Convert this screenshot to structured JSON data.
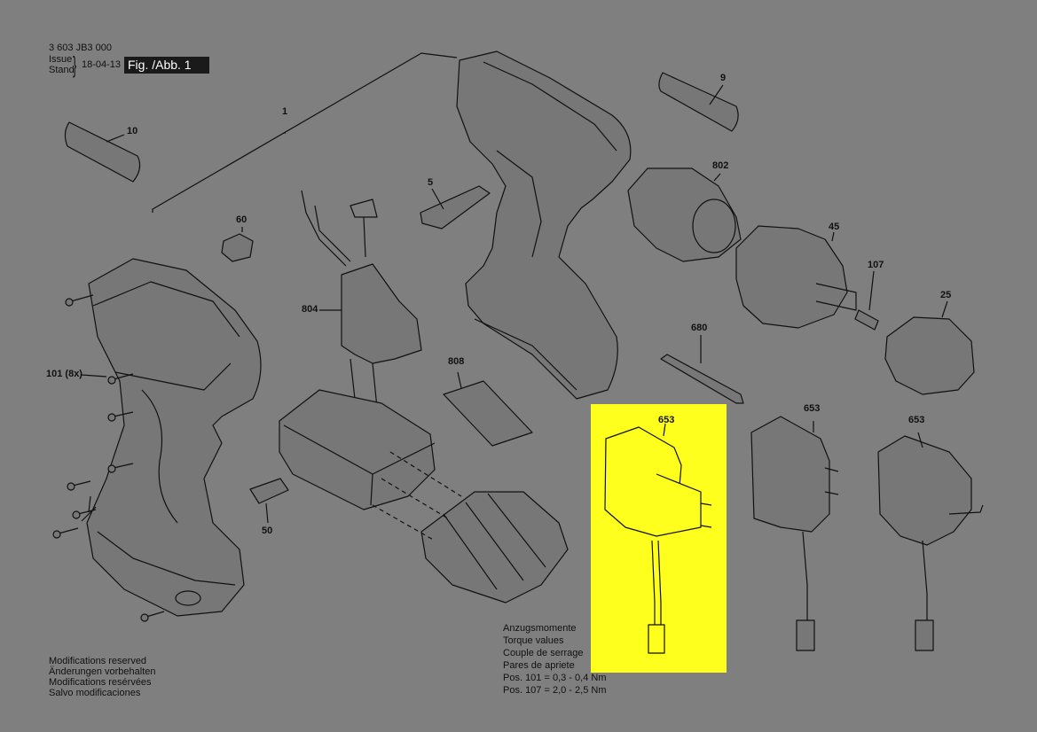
{
  "header": {
    "doc_number": "3 603 JB3 000",
    "issue_label": "Issue",
    "stand_label": "Stand",
    "date": "18-04-13",
    "figure_label": "Fig. /Abb. 1"
  },
  "callouts": {
    "c1": "1",
    "c9": "9",
    "c10": "10",
    "c5": "5",
    "c60": "60",
    "c802": "802",
    "c45": "45",
    "c107": "107",
    "c25": "25",
    "c804": "804",
    "c101": "101 (8x)",
    "c808": "808",
    "c680": "680",
    "c653a": "653",
    "c653b": "653",
    "c653c": "653",
    "c50": "50"
  },
  "torque": {
    "lines": [
      "Anzugsmomente",
      "Torque values",
      "Couple de serrage",
      "Pares de apriete"
    ],
    "pos101": "Pos. 101  =  0,3 - 0,4 Nm",
    "pos107": "Pos. 107  =  2,0 - 2,5 Nm"
  },
  "modifications": [
    "Modifications reserved",
    "Änderungen vorbehalten",
    "Modifications resérvées",
    "Salvo modificaciones"
  ],
  "colors": {
    "background": "#7f7f7f",
    "highlight": "#ffff1e",
    "line": "#111111"
  }
}
